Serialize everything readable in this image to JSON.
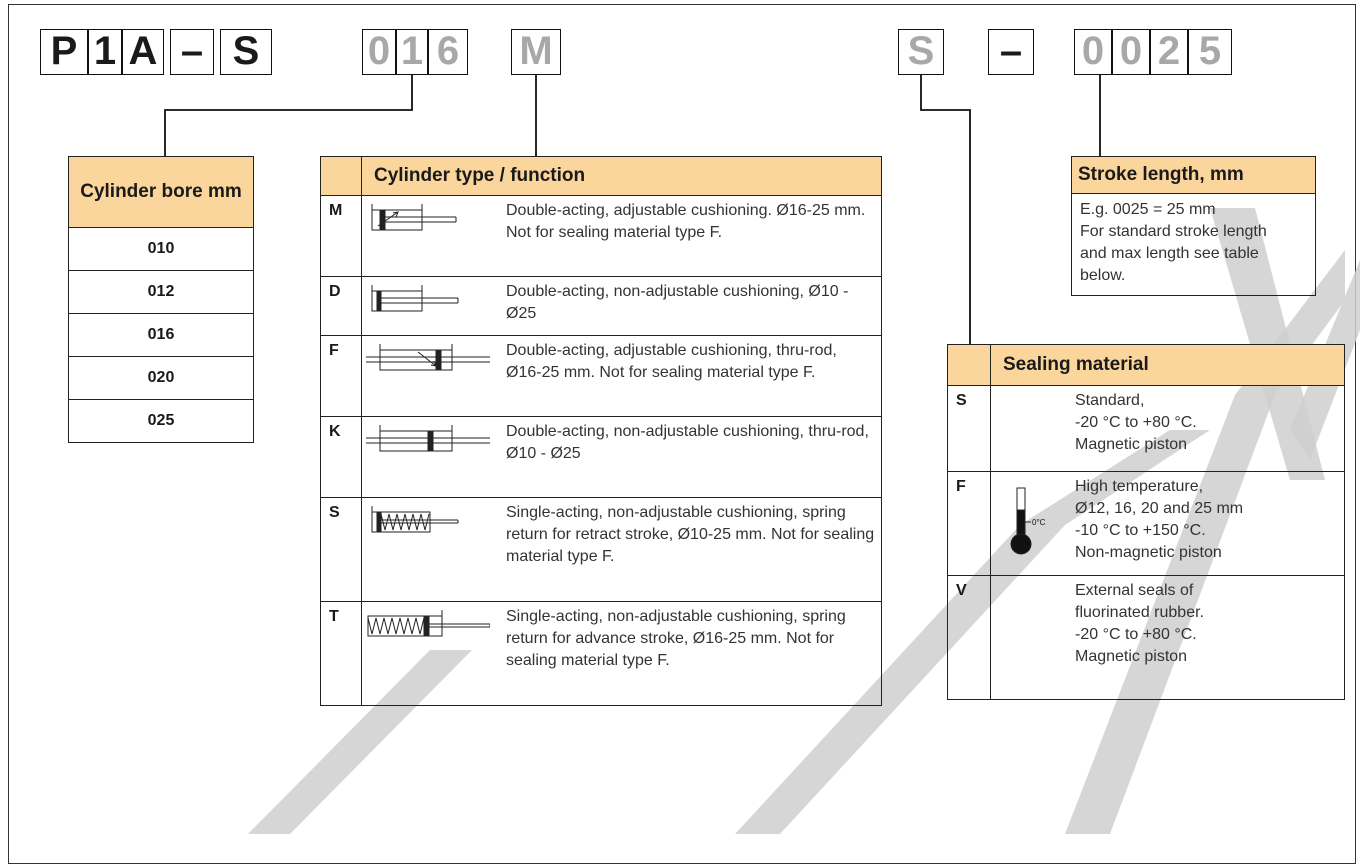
{
  "code_boxes": [
    {
      "char": "P",
      "style": "dark"
    },
    {
      "char": "1",
      "style": "dark"
    },
    {
      "char": "A",
      "style": "dark"
    },
    {
      "char": "–",
      "style": "dark"
    },
    {
      "char": "S",
      "style": "dark"
    },
    {
      "char": "0",
      "style": "light"
    },
    {
      "char": "1",
      "style": "light"
    },
    {
      "char": "6",
      "style": "light"
    },
    {
      "char": "M",
      "style": "light"
    },
    {
      "char": "S",
      "style": "light"
    },
    {
      "char": "–",
      "style": "dark"
    },
    {
      "char": "0",
      "style": "light"
    },
    {
      "char": "0",
      "style": "light"
    },
    {
      "char": "2",
      "style": "light"
    },
    {
      "char": "5",
      "style": "light"
    }
  ],
  "bore": {
    "title": "Cylinder bore mm",
    "values": [
      "010",
      "012",
      "016",
      "020",
      "025"
    ]
  },
  "type": {
    "title": "Cylinder type / function",
    "rows": [
      {
        "key": "M",
        "icon": "cylinder-adjustable-icon",
        "desc": "Double-acting, adjustable cushioning. Ø16-25 mm. Not for sealing material type F."
      },
      {
        "key": "D",
        "icon": "cylinder-basic-icon",
        "desc": "Double-acting, non-adjustable cushioning, Ø10 - Ø25"
      },
      {
        "key": "F",
        "icon": "cylinder-thru-rod-adjustable-icon",
        "desc": "Double-acting, adjustable cushioning, thru-rod, Ø16-25 mm. Not for sealing material type F."
      },
      {
        "key": "K",
        "icon": "cylinder-thru-rod-icon",
        "desc": "Double-acting, non-adjustable cushioning, thru-rod, Ø10 - Ø25"
      },
      {
        "key": "S",
        "icon": "cylinder-spring-retract-icon",
        "desc": "Single-acting, non-adjustable cushioning, spring return for retract stroke, Ø10-25 mm. Not for sealing material type F."
      },
      {
        "key": "T",
        "icon": "cylinder-spring-advance-icon",
        "desc": "Single-acting, non-adjustable cushioning, spring return for advance stroke, Ø16-25 mm. Not for sealing material type F."
      }
    ]
  },
  "stroke": {
    "title": "Stroke length, mm",
    "lines": [
      "E.g. 0025 = 25 mm",
      "For standard stroke length",
      "and max length see table",
      "below."
    ]
  },
  "seal": {
    "title": "Sealing material",
    "rows": [
      {
        "key": "S",
        "lines": [
          "Standard,",
          "-20 °C to +80 °C.",
          "Magnetic piston"
        ]
      },
      {
        "key": "F",
        "lines": [
          "High temperature,",
          "Ø12, 16, 20 and 25 mm",
          "-10 °C to +150 °C.",
          "Non-magnetic piston"
        ],
        "icon_label": "0°C"
      },
      {
        "key": "V",
        "lines": [
          "External seals of",
          "fluorinated rubber.",
          "-20 °C to +80 °C.",
          "Magnetic piston"
        ]
      }
    ]
  },
  "colors": {
    "header": "#fbd69c",
    "code_dark": "#111111",
    "code_light": "#a8a8a8",
    "watermark": "#cfcfcf"
  }
}
